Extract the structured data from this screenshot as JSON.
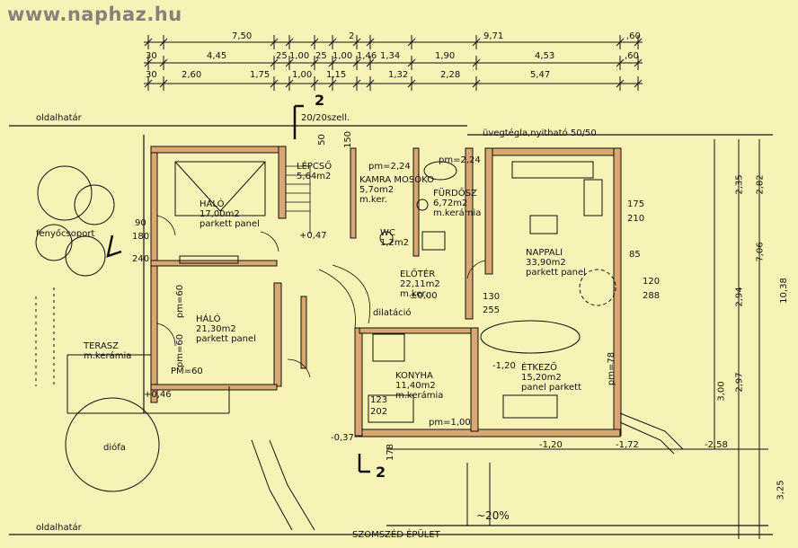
{
  "watermark": "www.naphaz.hu",
  "dims_row1": [
    "7,50",
    "2",
    "9,71",
    ",60"
  ],
  "dims_row2": [
    "30",
    "4,45",
    "25",
    "1,00",
    "25",
    "1,00",
    "1,46",
    "1,34",
    "1,90",
    "4,53",
    ",60"
  ],
  "dims_row3": [
    "30",
    "2,60",
    "1,75",
    "1,00",
    "1,15",
    "1,32",
    "2,28",
    "5,47"
  ],
  "dims_right": [
    "2,35",
    "2,82",
    "7,06",
    "2,94",
    "2,97",
    "3,00",
    "10,38",
    "3,25"
  ],
  "labels": {
    "oldalhatar_top": "oldalhatár",
    "oldalhatar_bottom": "oldalhatár",
    "uvegfegla": "üvegtégla,nyitható 50/50",
    "szell": "20/20szell.",
    "fenyocsoport": "fenyőcsoport",
    "dilatacio": "dilatáció",
    "szomszed": "SZOMSZÉD ÉPÜLET",
    "slope": "~20%",
    "diofa": "dió​fa",
    "section_2_top": "2",
    "section_2_bottom": "2"
  },
  "levels": [
    "+0,47",
    "±0,00",
    "-0,37",
    "+0,46",
    "-2,58",
    "-1,72",
    "-1,20",
    "-1,20"
  ],
  "rooms": [
    {
      "name": "HÁLÓ",
      "area": "17,00m2",
      "floor": "parkett panel"
    },
    {
      "name": "HÁLÓ",
      "area": "21,30m2",
      "floor": "parkett panel"
    },
    {
      "name": "LÉPCSŐ",
      "area": "5,64m2",
      "floor": ""
    },
    {
      "name": "KAMRA MOSÓKO",
      "area": "5,7om2",
      "floor": "m.ker."
    },
    {
      "name": "FÜRDŐSZ",
      "area": "6,72m2",
      "floor": "m.kerámia"
    },
    {
      "name": "NAPPALI",
      "area": "33,90m2",
      "floor": "parkett panel"
    },
    {
      "name": "ELŐTÉR",
      "area": "22,11m2",
      "floor": "m.ker."
    },
    {
      "name": "KONYHA",
      "area": "11,40m2",
      "floor": "m.kerámia"
    },
    {
      "name": "ÉTKEZŐ",
      "area": "15,20m2",
      "floor": "panel parkett"
    },
    {
      "name": "TERASZ",
      "area": "",
      "floor": "m.kerámia"
    },
    {
      "name": "WC",
      "area": "1,2m2",
      "floor": ""
    }
  ],
  "misc": [
    "pm=2,24",
    "pm=2,24",
    "pm=1,00",
    "pm=60",
    "pm=60",
    "PM=60",
    "pm=78",
    "175",
    "210",
    "120",
    "288",
    "85",
    "130",
    "255",
    "90",
    "180",
    "240",
    "123",
    "202",
    "178",
    "50",
    "150"
  ]
}
